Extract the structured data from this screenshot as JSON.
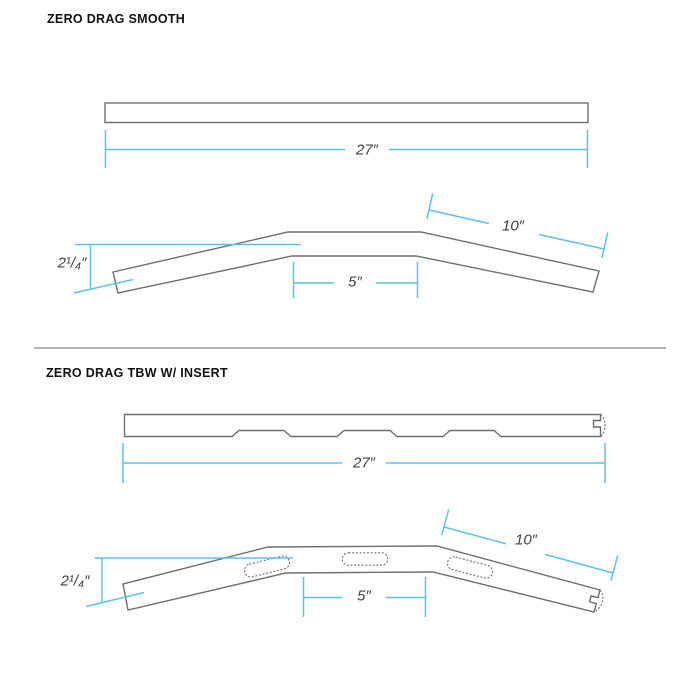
{
  "sections": [
    {
      "title": "ZERO DRAG SMOOTH",
      "dimensions": {
        "overall_width": "27″",
        "rise": "2¹/₄″",
        "center_width": "5″",
        "grip_length": "10″"
      }
    },
    {
      "title": "ZERO DRAG TBW W/ INSERT",
      "dimensions": {
        "overall_width": "27″",
        "rise": "2¹/₄″",
        "center_width": "5″",
        "grip_length": "10″"
      }
    }
  ],
  "colors": {
    "dimension_lines": "#5bc2e7",
    "part_outline": "#6d6e71",
    "label_text": "#414042",
    "title_text": "#111111",
    "divider": "#9b9b9b",
    "background": "#ffffff"
  }
}
